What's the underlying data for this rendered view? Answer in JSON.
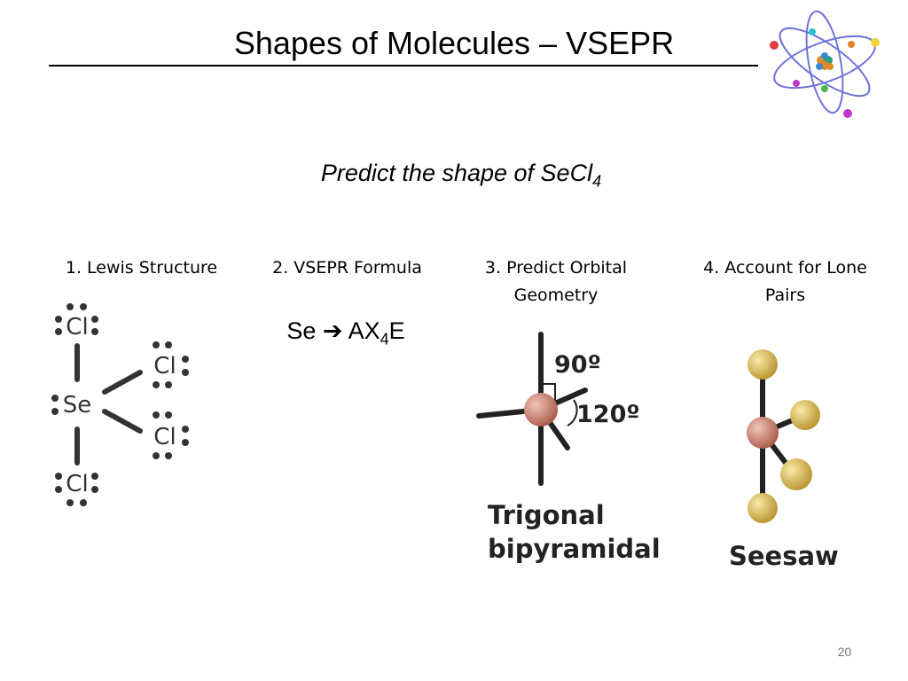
{
  "slide": {
    "title": "Shapes of Molecules – VSEPR",
    "subtitle_main": "Predict the shape of SeCl",
    "subtitle_sub": "4",
    "page_number": "20"
  },
  "steps": [
    {
      "line1": "1.   Lewis Structure",
      "line2": ""
    },
    {
      "line1": "2. VSEPR Formula",
      "line2": ""
    },
    {
      "line1": "3.  Predict Orbital",
      "line2": "Geometry"
    },
    {
      "line1": "4.  Account for Lone",
      "line2": "Pairs"
    }
  ],
  "formula": {
    "left": "Se",
    "arrow": "➔",
    "ax": "AX",
    "sub": "4",
    "e": "E"
  },
  "lewis": {
    "central": "Se",
    "ligand": "Cl"
  },
  "orbital": {
    "angle_axial": "90º",
    "angle_equatorial": "120º",
    "caption_line1": "Trigonal",
    "caption_line2": "bipyramidal"
  },
  "shape": {
    "caption": "Seesaw"
  },
  "colors": {
    "central_atom": "#c97a6a",
    "ligand_atom": "#e3c35a",
    "bond": "#222222",
    "rule": "#000000"
  }
}
